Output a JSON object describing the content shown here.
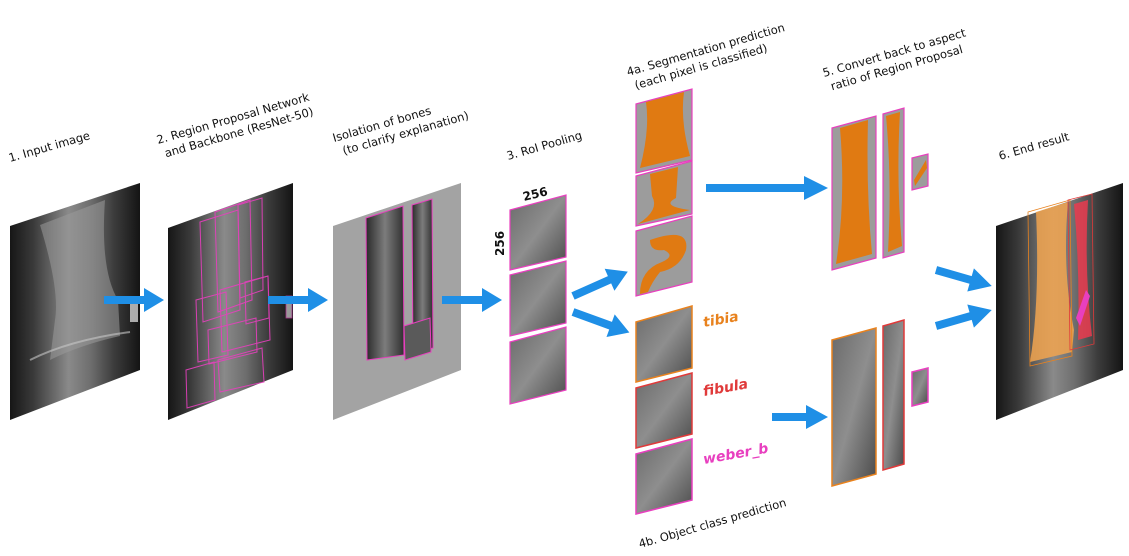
{
  "steps": {
    "input": "1. Input image",
    "rpn_line1": "2. Region Proposal Network",
    "rpn_line2": "and Backbone (ResNet-50)",
    "isolation_line1": "Isolation of bones",
    "isolation_line2": "(to clarify explanation)",
    "roi": "3. RoI Pooling",
    "seg_line1": "4a. Segmentation prediction",
    "seg_line2": "(each pixel is classified)",
    "convert_line1": "5. Convert back to aspect",
    "convert_line2": "ratio of Region Proposal",
    "end": "6. End result",
    "class_pred": "4b. Object class prediction"
  },
  "roi_size": {
    "width_label": "256",
    "height_label": "256"
  },
  "classes": [
    {
      "name": "tibia",
      "color": "#e8821e"
    },
    {
      "name": "fibula",
      "color": "#e03a3a"
    },
    {
      "name": "weber_b",
      "color": "#e83fbf"
    }
  ],
  "colors": {
    "arrow": "#1f8fe6",
    "proposal_box": "#e83fbf",
    "segmentation": "#e07a12",
    "panel_gray": "#a3a3a3",
    "xray_dark": "#1c1c1c"
  }
}
